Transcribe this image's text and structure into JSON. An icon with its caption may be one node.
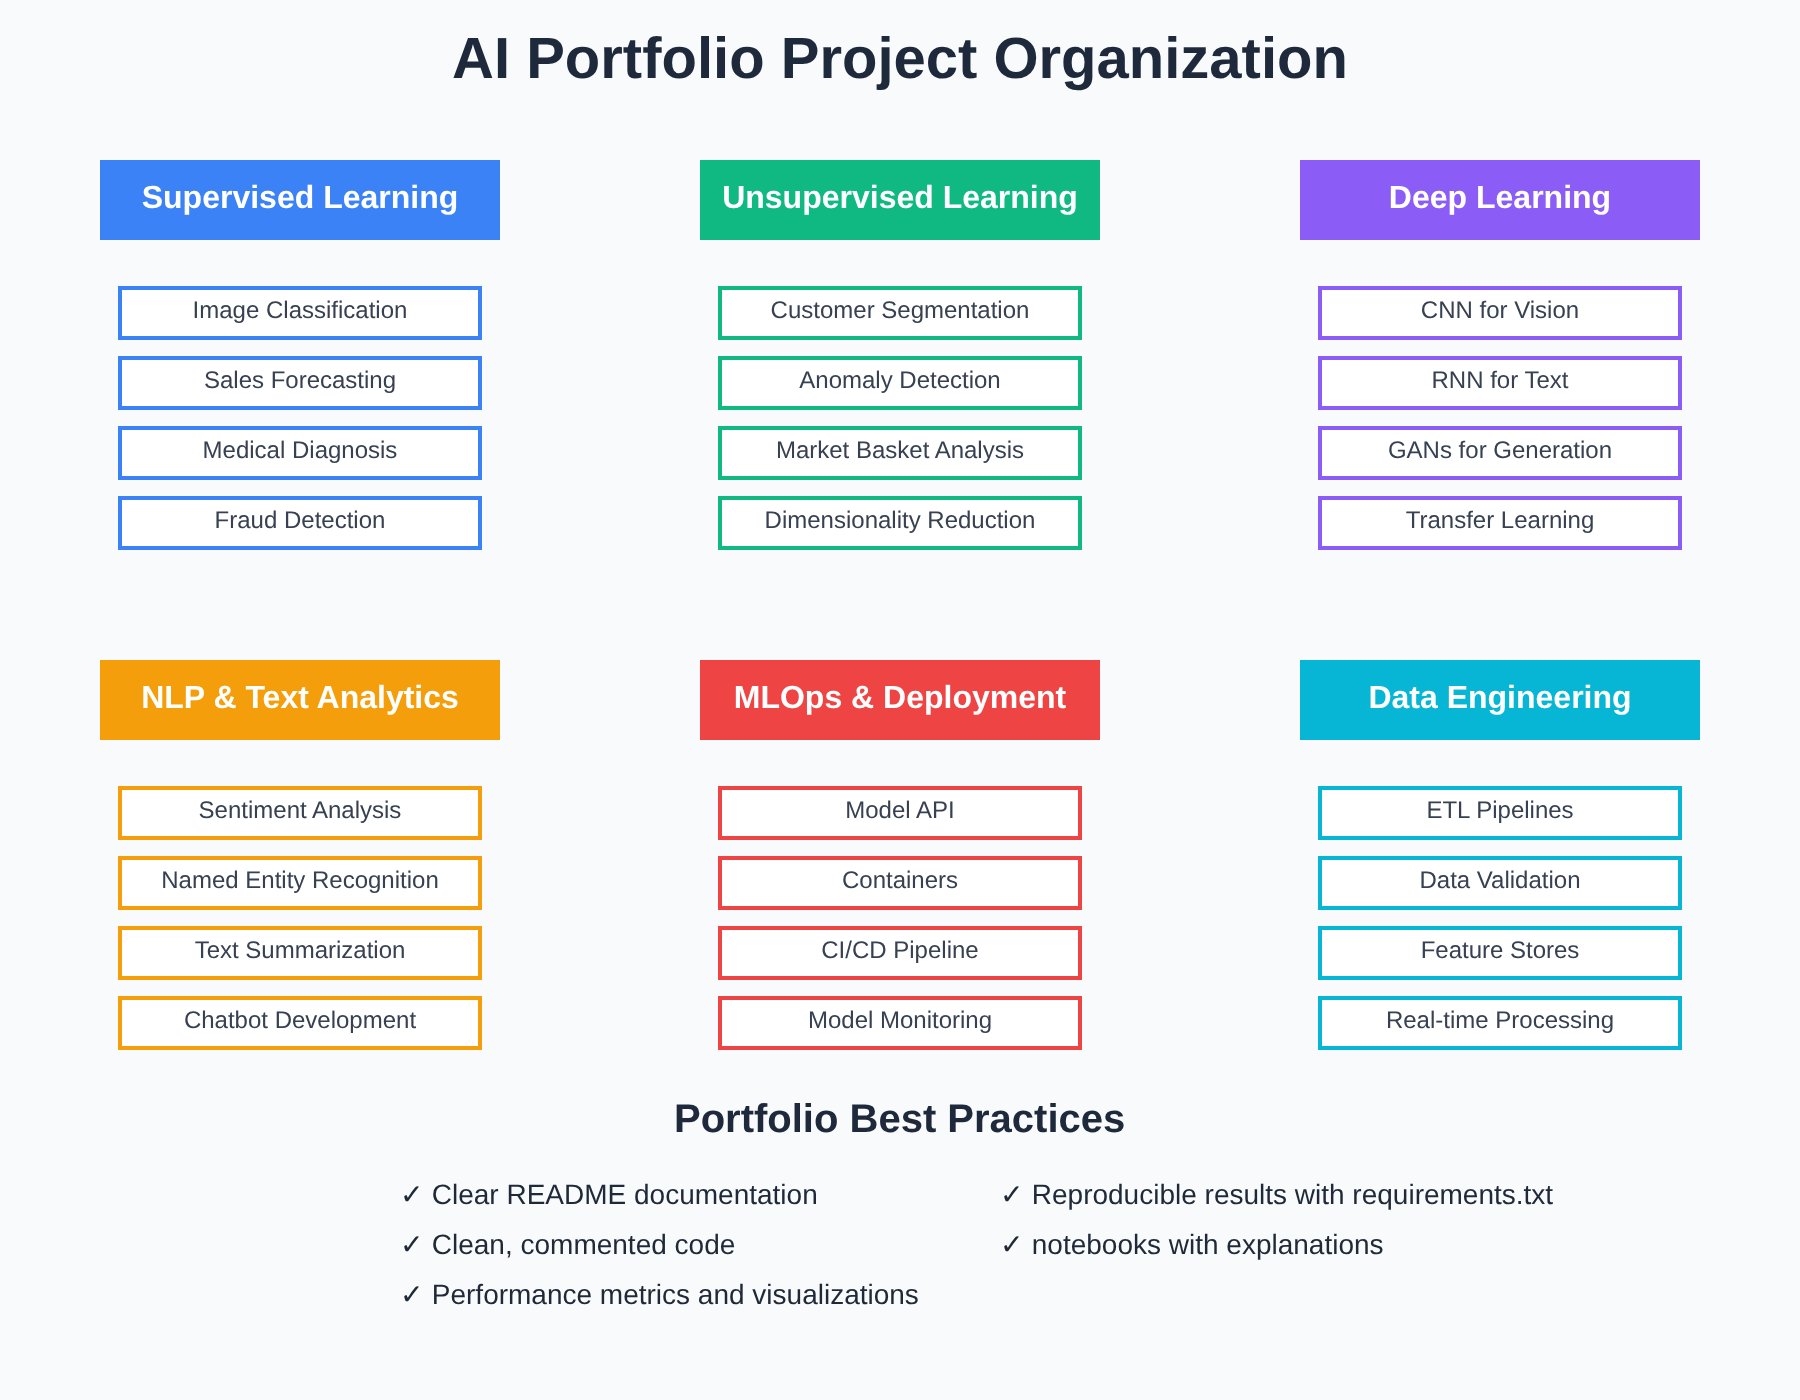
{
  "diagram": {
    "title": "AI Portfolio Project Organization",
    "nodes": [
      {
        "text": [
          "Supervised Learning"
        ]
      },
      {
        "text": [
          "Image Classification"
        ]
      },
      {
        "text": [
          "Sales Forecasting"
        ]
      },
      {
        "text": [
          "Medical Diagnosis"
        ]
      },
      {
        "text": [
          "Fraud Detection"
        ]
      },
      {
        "text": [
          "Unsupervised Learning"
        ]
      },
      {
        "text": [
          "Customer Segmentation"
        ]
      },
      {
        "text": [
          "Anomaly Detection"
        ]
      },
      {
        "text": [
          "Market Basket Analysis"
        ]
      },
      {
        "text": [
          "Dimensionality Reduction"
        ]
      },
      {
        "text": [
          "Deep Learning"
        ]
      },
      {
        "text": [
          "CNN for Vision"
        ]
      },
      {
        "text": [
          "RNN for Text"
        ]
      },
      {
        "text": [
          "GANs for Generation"
        ]
      },
      {
        "text": [
          "Transfer Learning"
        ]
      },
      {
        "text": [
          "NLP & Text Analytics"
        ]
      },
      {
        "text": [
          "Sentiment Analysis"
        ]
      },
      {
        "text": [
          "Named Entity Recognition"
        ]
      },
      {
        "text": [
          "Text Summarization"
        ]
      },
      {
        "text": [
          "Chatbot Development"
        ]
      },
      {
        "text": [
          "MLOps & Deployment"
        ]
      },
      {
        "text": [
          "Model API"
        ]
      },
      {
        "text": [
          "Containers"
        ]
      },
      {
        "text": [
          "CI/CD Pipeline"
        ]
      },
      {
        "text": [
          "Model Monitoring"
        ]
      },
      {
        "text": [
          "Data Engineering"
        ]
      },
      {
        "text": [
          "ETL Pipelines"
        ]
      },
      {
        "text": [
          "Data Validation"
        ]
      },
      {
        "text": [
          "Feature Stores"
        ]
      },
      {
        "text": [
          "Real-time Processing"
        ]
      }
    ],
    "labels": [
      "Portfolio Best Practices",
      "✓ Clear README documentation",
      "✓ Reproducible results with requirements.txt",
      "✓ Clean, commented code",
      "✓ notebooks with explanations",
      "✓ Performance metrics and visualizations"
    ]
  }
}
